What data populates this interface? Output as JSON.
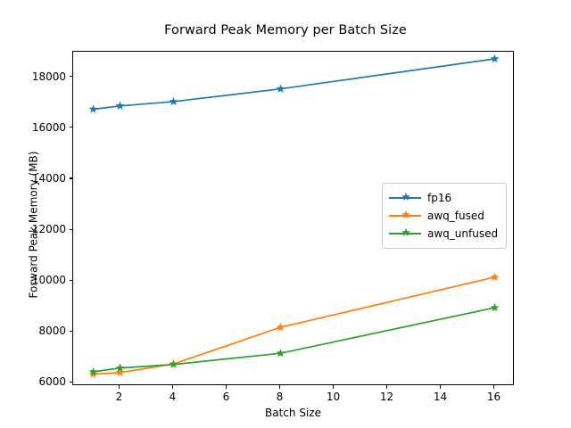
{
  "chart_data": {
    "type": "line",
    "title": "Forward Peak Memory per Batch Size",
    "xlabel": "Batch Size",
    "ylabel": "Forward Peak Memory (MB)",
    "x": [
      1,
      2,
      4,
      8,
      16
    ],
    "xlim": [
      0.25,
      16.75
    ],
    "ylim": [
      5870,
      19010
    ],
    "xticks": [
      2,
      4,
      6,
      8,
      10,
      12,
      14,
      16
    ],
    "xticklabels": [
      "2",
      "4",
      "6",
      "8",
      "10",
      "12",
      "14",
      "16"
    ],
    "yticks": [
      6000,
      8000,
      10000,
      12000,
      14000,
      16000,
      18000
    ],
    "yticklabels": [
      "6000",
      "8000",
      "10000",
      "12000",
      "14000",
      "16000",
      "18000"
    ],
    "grid": false,
    "legend_position": "center right",
    "marker": "star",
    "series": [
      {
        "name": "fp16",
        "color": "#1f77b4",
        "values": [
          16750,
          16880,
          17050,
          17550,
          18730
        ]
      },
      {
        "name": "awq_fused",
        "color": "#ff7f0e",
        "values": [
          6340,
          6400,
          6740,
          8180,
          10150
        ]
      },
      {
        "name": "awq_unfused",
        "color": "#2ca02c",
        "values": [
          6430,
          6580,
          6720,
          7160,
          8950
        ]
      }
    ]
  },
  "legend": {
    "entries": [
      {
        "label": "fp16"
      },
      {
        "label": "awq_fused"
      },
      {
        "label": "awq_unfused"
      }
    ]
  }
}
